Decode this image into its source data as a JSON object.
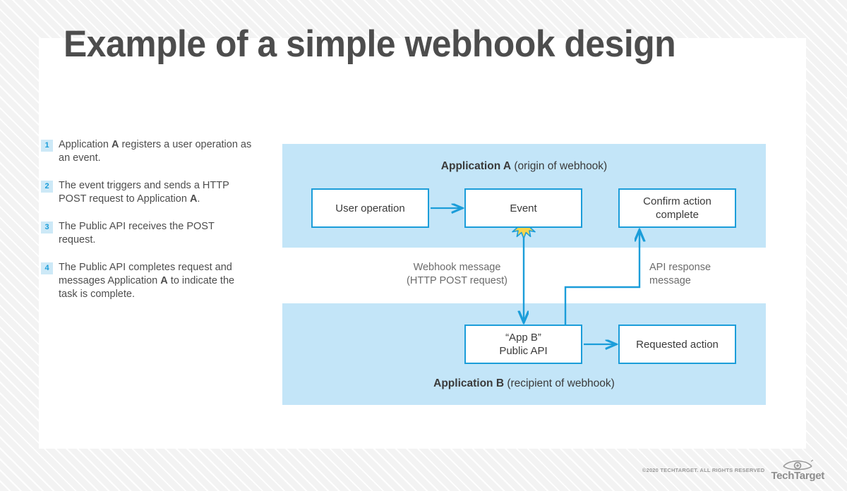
{
  "page": {
    "title": "Example of a simple webhook design",
    "background_color": "#f4f4f4",
    "card_color": "#ffffff",
    "accent_color": "#1b9dd9",
    "panel_color": "#c3e5f8",
    "badge_bg_color": "#cde9f7",
    "star_color": "#f7d44c",
    "text_color": "#4d4d4d"
  },
  "steps": [
    {
      "number": "1",
      "text_parts": [
        {
          "text": "Application ",
          "bold": false
        },
        {
          "text": "A",
          "bold": true
        },
        {
          "text": " registers a user operation as an event.",
          "bold": false
        }
      ],
      "plain": "Application A registers a user operation as an event."
    },
    {
      "number": "2",
      "text_parts": [
        {
          "text": "The event triggers and sends a HTTP POST request to Application ",
          "bold": false
        },
        {
          "text": "A",
          "bold": true
        },
        {
          "text": ".",
          "bold": false
        }
      ],
      "plain": "The event triggers and sends a HTTP POST request to Application A."
    },
    {
      "number": "3",
      "text_parts": [
        {
          "text": "The Public API receives the POST request.",
          "bold": false
        }
      ],
      "plain": "The Public API receives the POST request."
    },
    {
      "number": "4",
      "text_parts": [
        {
          "text": "The Public API completes request and messages Application ",
          "bold": false
        },
        {
          "text": "A",
          "bold": true
        },
        {
          "text": " to indicate the task is complete.",
          "bold": false
        }
      ],
      "plain": "The Public API completes request and messages Application A to indicate the task is complete."
    }
  ],
  "diagram": {
    "panel_a": {
      "title_bold": "Application A",
      "title_rest": " (origin of webhook)",
      "boxes": [
        {
          "id": "user-operation",
          "label": "User operation"
        },
        {
          "id": "event",
          "label": "Event"
        },
        {
          "id": "confirm-action",
          "label_line1": "Confirm action",
          "label_line2": "complete"
        }
      ]
    },
    "panel_b": {
      "title_bold": "Application B",
      "title_rest": " (recipient of webhook)",
      "boxes": [
        {
          "id": "public-api",
          "label_line1": "“App B”",
          "label_line2": "Public API"
        },
        {
          "id": "requested-action",
          "label": "Requested action"
        }
      ]
    },
    "connectors": [
      {
        "id": "webhook-message",
        "line1": "Webhook message",
        "line2": "(HTTP POST request)"
      },
      {
        "id": "api-response",
        "line1": "API response",
        "line2": "message"
      }
    ],
    "event_marker": "starburst"
  },
  "footer": {
    "copyright": "©2020 TECHTARGET. ALL RIGHTS RESERVED",
    "brand": "TechTarget"
  }
}
